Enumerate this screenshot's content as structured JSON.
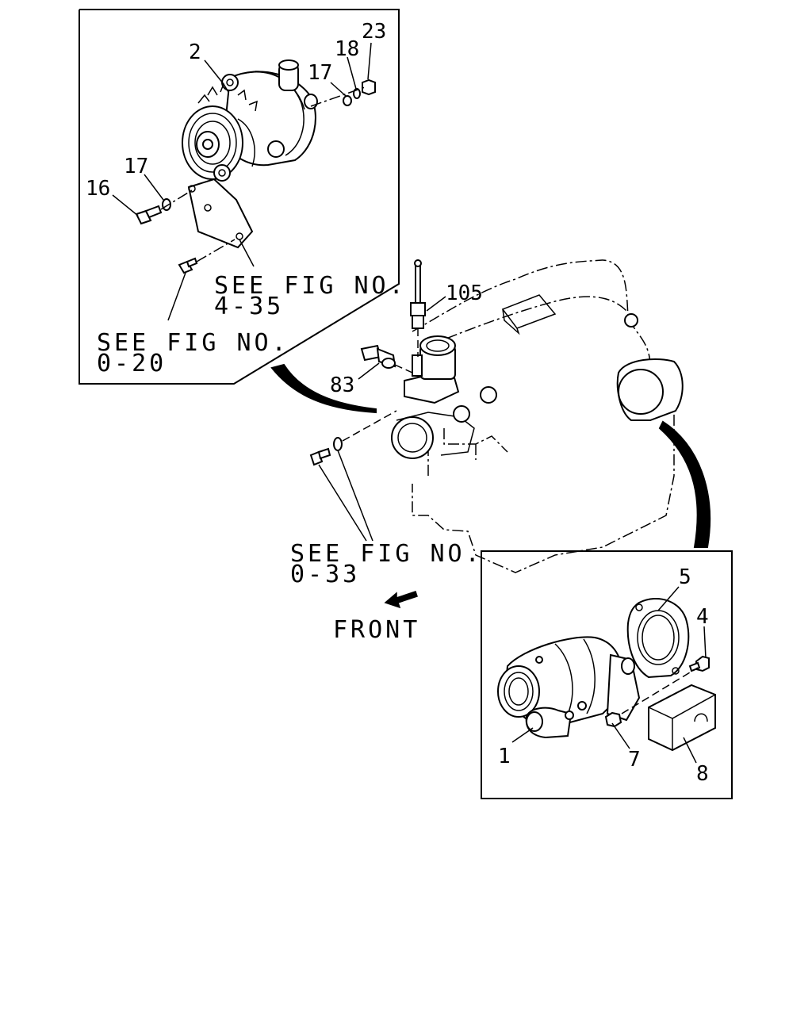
{
  "callouts": {
    "c2": "2",
    "c23": "23",
    "c18": "18",
    "c17a": "17",
    "c17b": "17",
    "c16": "16",
    "c105": "105",
    "c83": "83",
    "c5": "5",
    "c4": "4",
    "c1": "1",
    "c7": "7",
    "c8": "8"
  },
  "references": {
    "ref_4_35": {
      "line1": "SEE FIG NO.",
      "line2": "4-35"
    },
    "ref_0_20": {
      "line1": "SEE FIG NO.",
      "line2": "0-20"
    },
    "ref_0_33": {
      "line1": "SEE FIG NO.",
      "line2": "0-33"
    }
  },
  "front_label": "FRONT"
}
